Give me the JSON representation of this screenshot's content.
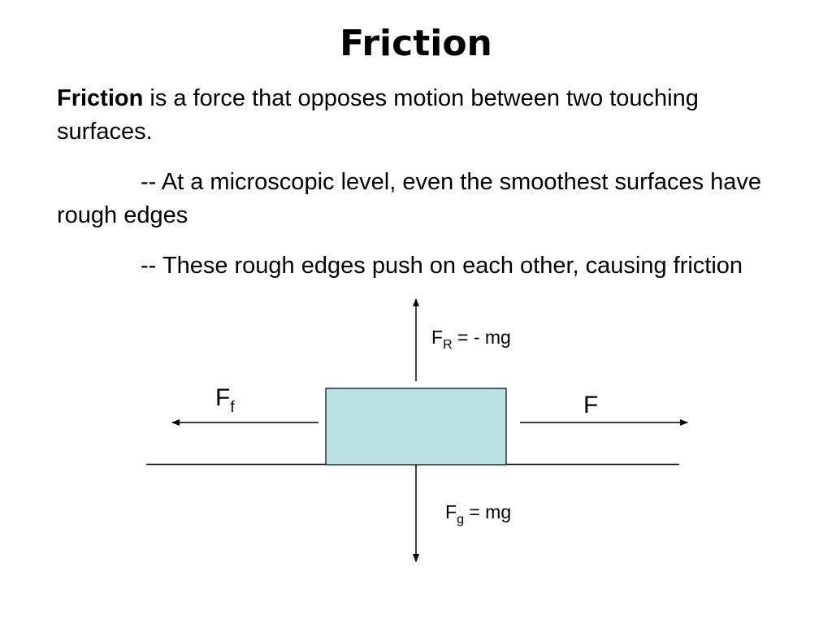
{
  "slide": {
    "title": "Friction",
    "paragraphs": [
      {
        "term": "Friction",
        "text": " is a force that opposes motion between two touching surfaces."
      },
      {
        "prefix": "-- ",
        "text": "At a microscopic level, even the smoothest surfaces have rough edges"
      },
      {
        "prefix": "-- ",
        "text": "These rough edges push on each other, causing friction"
      }
    ]
  },
  "diagram": {
    "block_color": "#b9e0e3",
    "labels": {
      "normal_force": {
        "main": "F",
        "sub": "R",
        "rest": " = - mg"
      },
      "gravity_force": {
        "main": "F",
        "sub": "g",
        "rest": " = mg"
      },
      "friction_force": {
        "main": "F",
        "sub": "f"
      },
      "applied_force": {
        "main": "F"
      }
    }
  }
}
